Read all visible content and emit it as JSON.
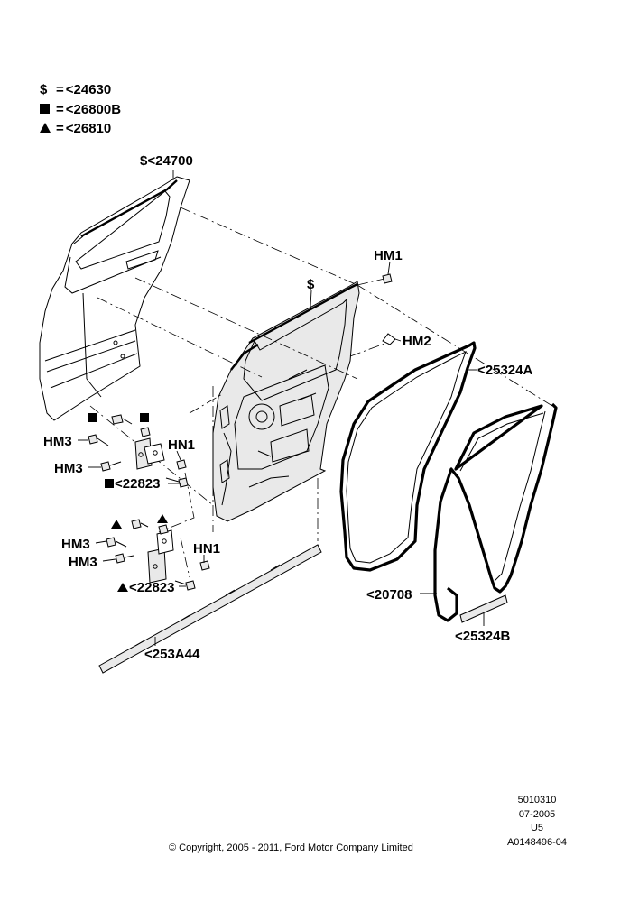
{
  "legend": [
    {
      "symbol": "dollar",
      "glyph": "$",
      "equals": "=",
      "part": "<24630"
    },
    {
      "symbol": "square",
      "glyph": "",
      "equals": "=",
      "part": "<26800B"
    },
    {
      "symbol": "triangle",
      "glyph": "",
      "equals": "=",
      "part": "<26810"
    }
  ],
  "labels": {
    "outer_panel": "$<24700",
    "hm1_top": "HM1",
    "dollar_frame": "$",
    "hm2": "HM2",
    "seal_25324a": "<25324A",
    "hm3_a": "HM3",
    "hm3_b": "HM3",
    "hn1_a": "HN1",
    "hinge_upper": "<22823",
    "hm3_c": "HM3",
    "hm3_d": "HM3",
    "hn1_b": "HN1",
    "hinge_lower": "<22823",
    "seal_20708": "<20708",
    "seal_25324b": "<25324B",
    "sill_253a44": "<253A44"
  },
  "footer": {
    "copyright": "© Copyright, 2005 - 2011, Ford Motor Company Limited",
    "codes": [
      "5010310",
      "07-2005",
      "U5",
      "A0148496-04"
    ]
  }
}
